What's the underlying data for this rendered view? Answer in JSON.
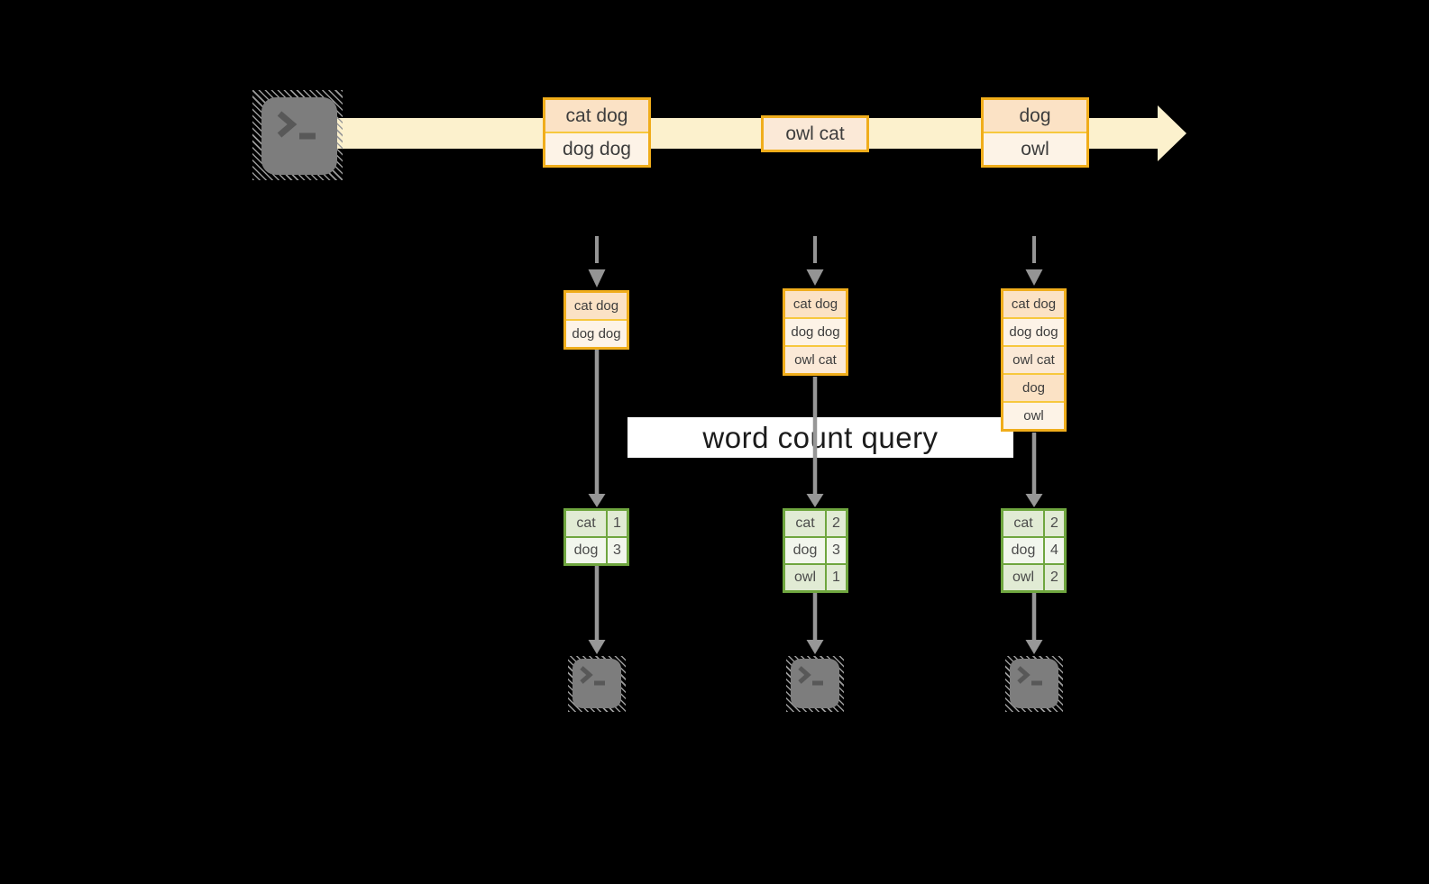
{
  "query_label": "word count query",
  "stream_messages": [
    {
      "rows": [
        "cat dog",
        "dog dog"
      ]
    },
    {
      "rows": [
        "owl cat"
      ]
    },
    {
      "rows": [
        "dog",
        "owl"
      ]
    }
  ],
  "columns": [
    {
      "buffer": [
        "cat dog",
        "dog dog"
      ],
      "counts": [
        {
          "word": "cat",
          "value": "1"
        },
        {
          "word": "dog",
          "value": "3"
        }
      ]
    },
    {
      "buffer": [
        "cat dog",
        "dog dog",
        "owl cat"
      ],
      "counts": [
        {
          "word": "cat",
          "value": "2"
        },
        {
          "word": "dog",
          "value": "3"
        },
        {
          "word": "owl",
          "value": "1"
        }
      ]
    },
    {
      "buffer": [
        "cat dog",
        "dog dog",
        "owl cat",
        "dog",
        "owl"
      ],
      "counts": [
        {
          "word": "cat",
          "value": "2"
        },
        {
          "word": "dog",
          "value": "4"
        },
        {
          "word": "owl",
          "value": "2"
        }
      ]
    }
  ],
  "icons": {
    "source": "terminal-prompt",
    "sinks": [
      "terminal-prompt",
      "terminal-prompt",
      "terminal-prompt"
    ]
  },
  "colors": {
    "background": "#000000",
    "stream_band": "#fcf1cd",
    "box_border": "#f0ad1b",
    "box_fill_peach": "#fbe2c5",
    "box_fill_mid": "#fbe9d7",
    "box_fill_cream": "#fdf3e7",
    "table_border": "#6fa63f",
    "table_fill_dark": "#e1ebd4",
    "table_fill_light": "#f2f6ed",
    "arrow_gray": "#949494",
    "terminal_gray": "#7d7d7d",
    "banner_bg": "#ffffff",
    "banner_text": "#1b1b1b"
  }
}
